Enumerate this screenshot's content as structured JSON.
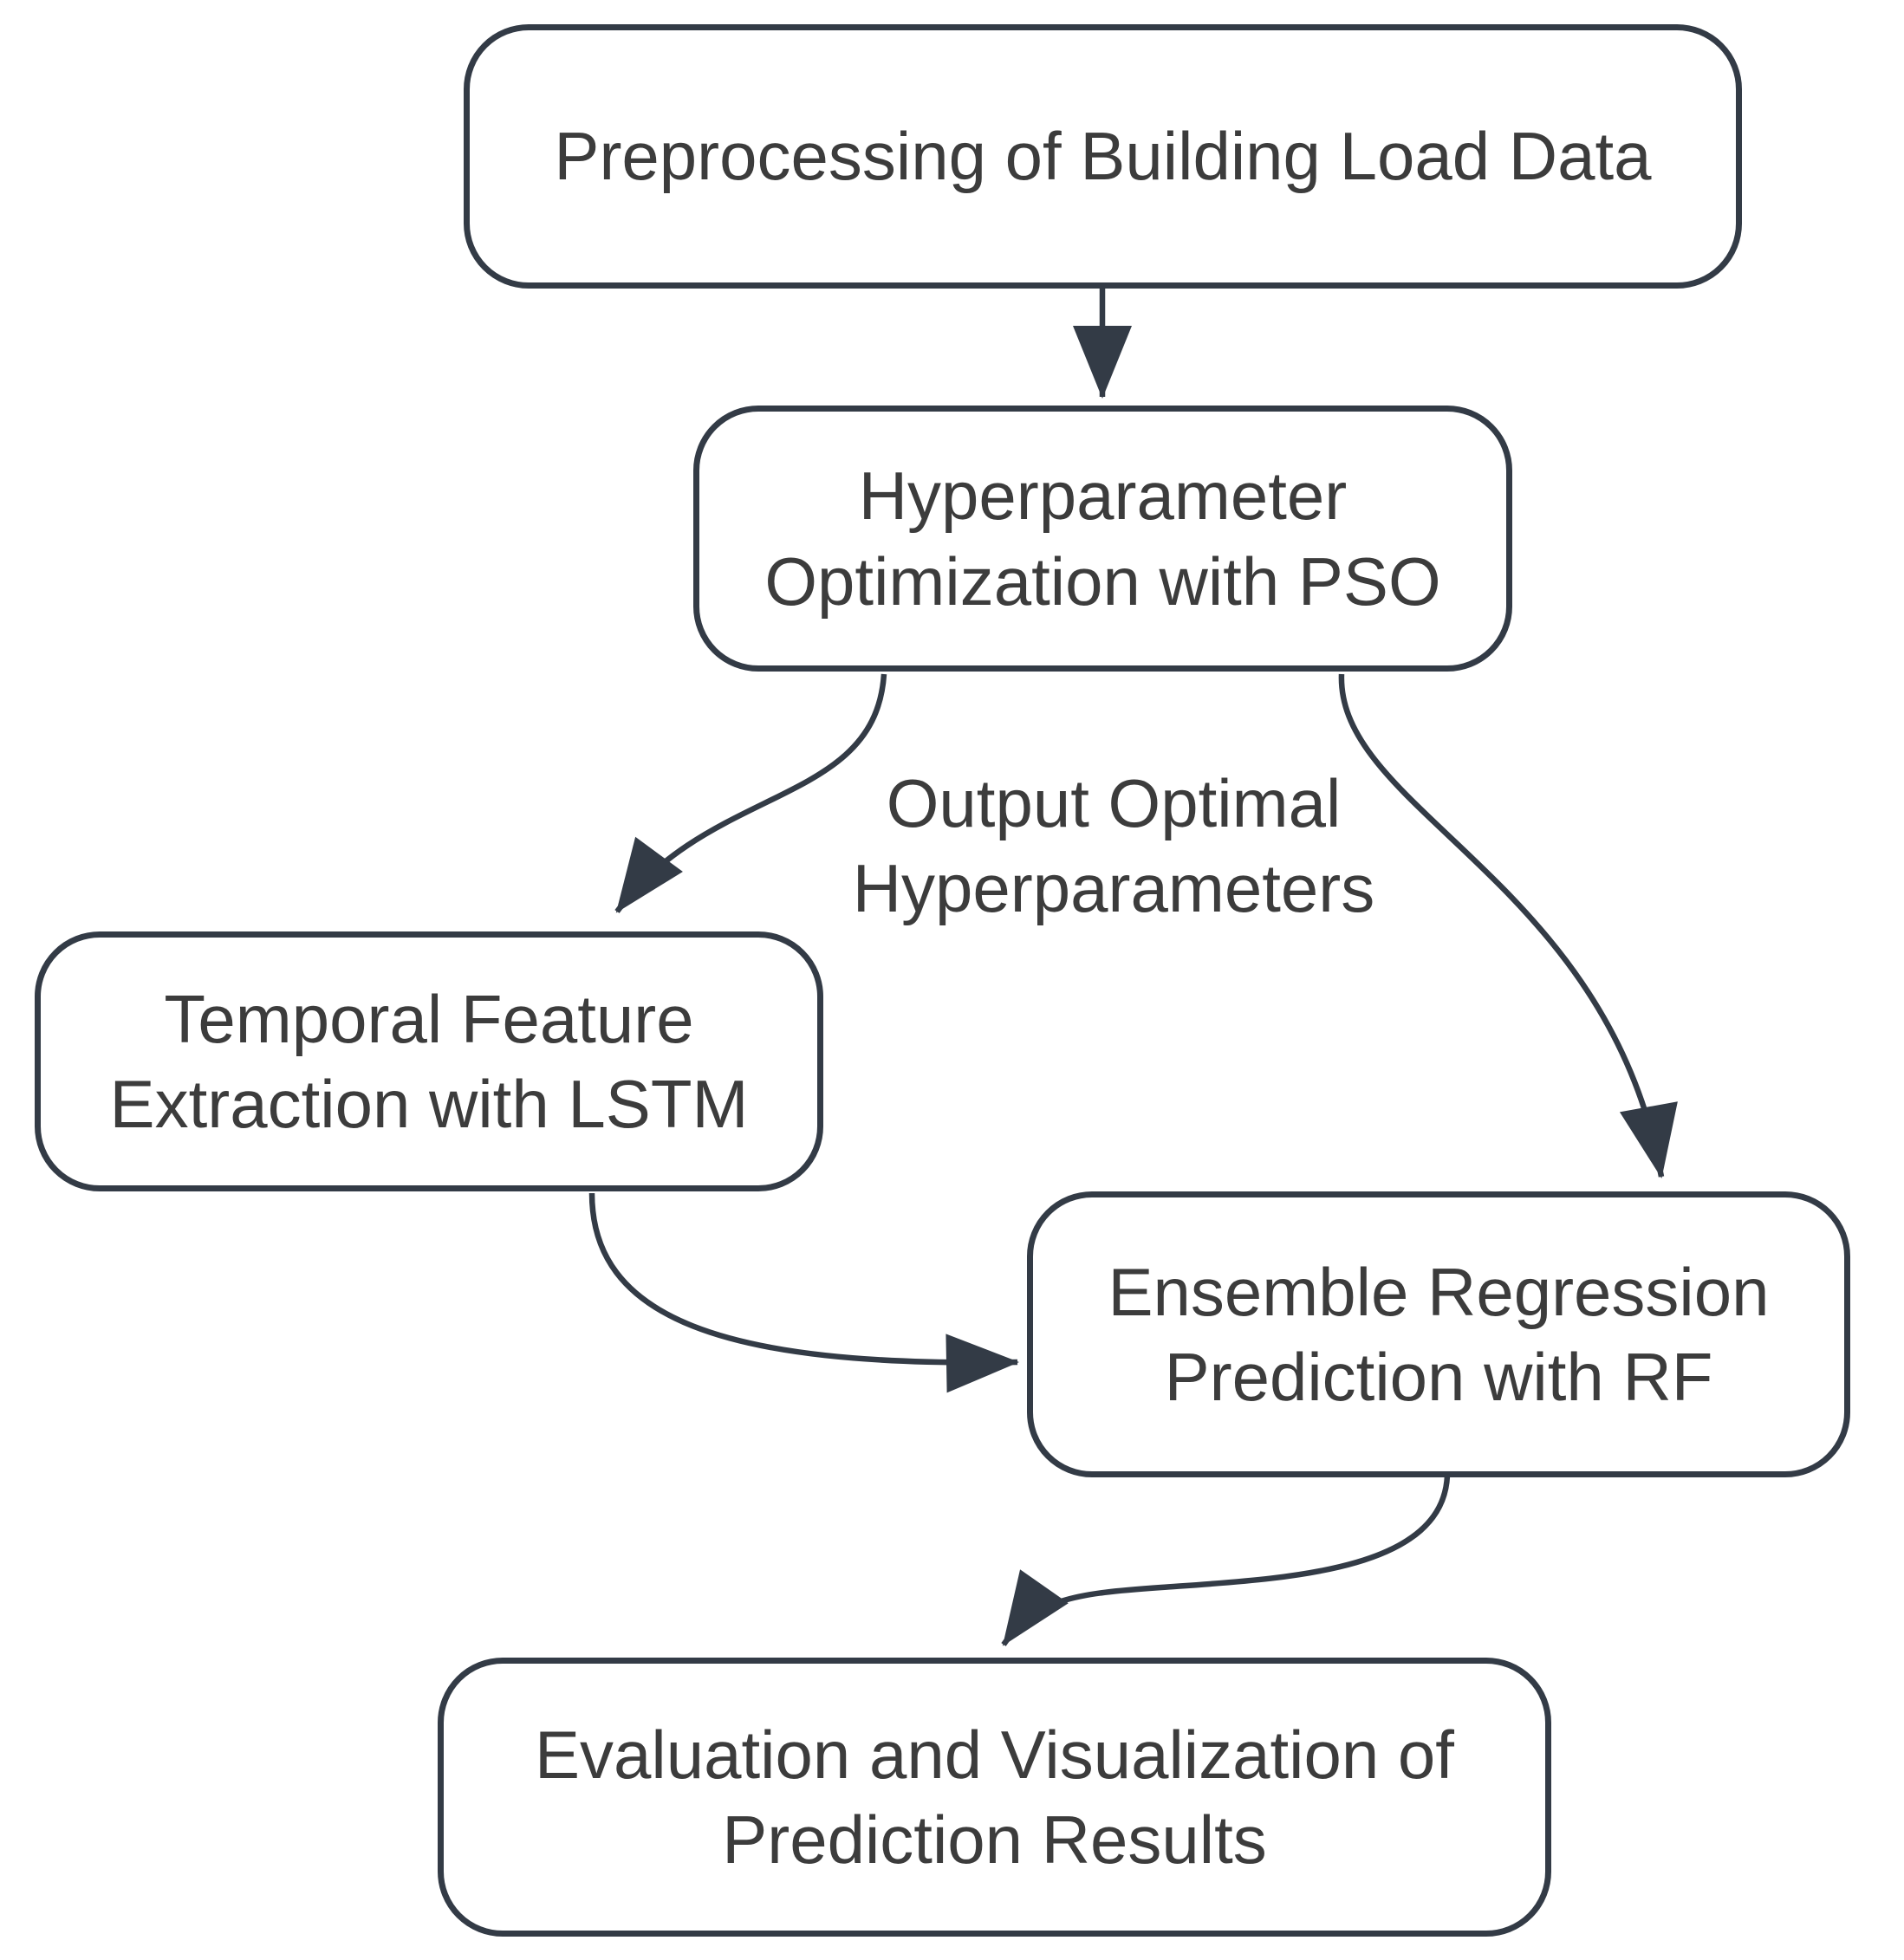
{
  "figure": {
    "type": "flowchart",
    "background_color": "#ffffff",
    "stroke_color": "#333b46",
    "text_color": "#3c3c3c",
    "nodes": [
      {
        "id": "preprocessing",
        "label": "Preprocessing of Building Load Data"
      },
      {
        "id": "pso",
        "label": "Hyperparameter Optimization with PSO"
      },
      {
        "id": "lstm",
        "label": "Temporal Feature Extraction with LSTM"
      },
      {
        "id": "rf",
        "label": "Ensemble Regression Prediction with RF"
      },
      {
        "id": "evaluation",
        "label": "Evaluation and Visualization of Prediction Results"
      }
    ],
    "edges": [
      {
        "from": "preprocessing",
        "to": "pso"
      },
      {
        "from": "pso",
        "to": "lstm"
      },
      {
        "from": "pso",
        "to": "rf"
      },
      {
        "from": "lstm",
        "to": "rf"
      },
      {
        "from": "rf",
        "to": "evaluation"
      }
    ],
    "edge_label": "Output Optimal Hyperparameters"
  }
}
